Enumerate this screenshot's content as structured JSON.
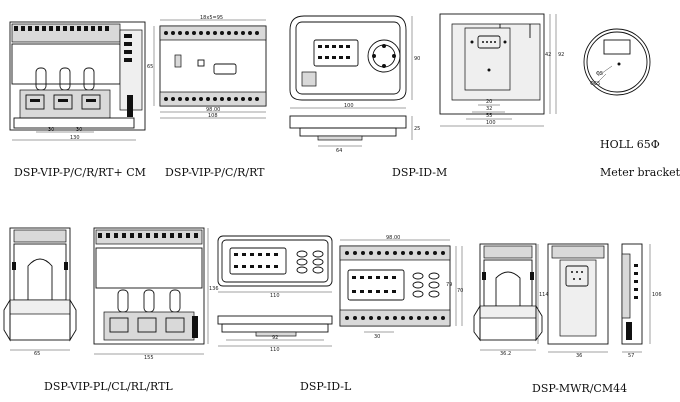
{
  "captions": {
    "cm": "DSP-VIP-P/C/R/RT+ CM",
    "vip": "DSP-VIP-P/C/R/RT",
    "idm": "DSP-ID-M",
    "holl": "HOLL 65Φ",
    "bracket": "Meter bracket",
    "pl": "DSP-VIP-PL/CL/RL/RTL",
    "idl": "DSP-ID-L",
    "mwr": "DSP-MWR/CM44"
  },
  "dims": {
    "cm_w1": "30",
    "cm_w2": "30",
    "cm_total": "130",
    "vip_top": "18x5=95",
    "vip_side": "65",
    "vip_b1": "98.00",
    "vip_b2": "108",
    "idm_w": "100",
    "idm_h": "90",
    "idm_bw": "64",
    "idm_bh": "25",
    "br_20": "20",
    "br_32": "32",
    "br_55": "55",
    "br_100": "100",
    "br_h1": "42",
    "br_h2": "92",
    "holl_a": "Φ5",
    "holl_b": "Φ65",
    "pl_w": "65",
    "pl_total": "155",
    "pl_h": "136",
    "idl_w": "110",
    "idl_b1": "92",
    "idl_b2": "110",
    "idl_top": "98.00",
    "idl_h1": "79",
    "idl_h2": "70",
    "idl_bot": "30",
    "mwr_w1": "36.2",
    "mwr_w2": "36",
    "mwr_w3": "57",
    "mwr_h1": "114",
    "mwr_h2": "106"
  }
}
